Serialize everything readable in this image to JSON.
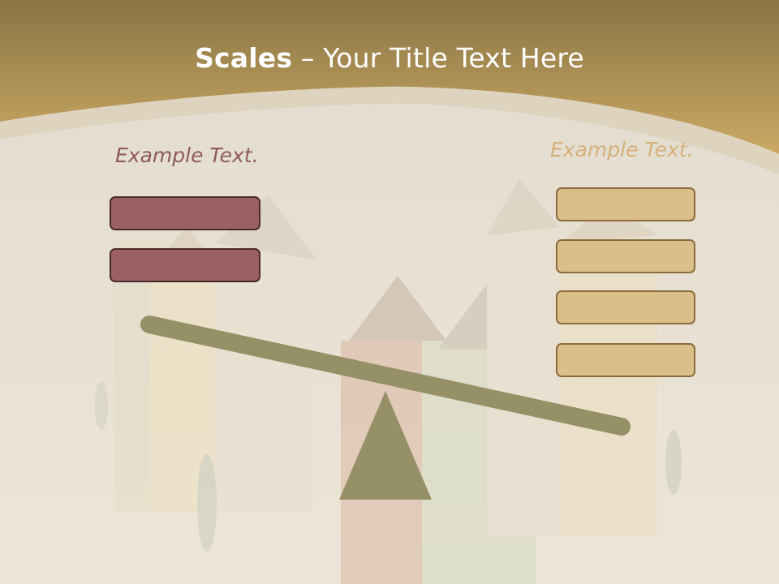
{
  "slide": {
    "title_bold": "Scales",
    "title_rest": " – Your Title Text Here",
    "left_label": "Example Text.",
    "right_label": "Example Text."
  },
  "colors": {
    "header_top": "#8a7444",
    "header_bottom": "#c9a862",
    "background": "#e6dfd3",
    "left_accent": "#9a6064",
    "right_accent": "#dbbf8a",
    "scale_color": "#959065"
  },
  "left_boxes": [
    "",
    ""
  ],
  "right_boxes": [
    "",
    "",
    "",
    ""
  ]
}
